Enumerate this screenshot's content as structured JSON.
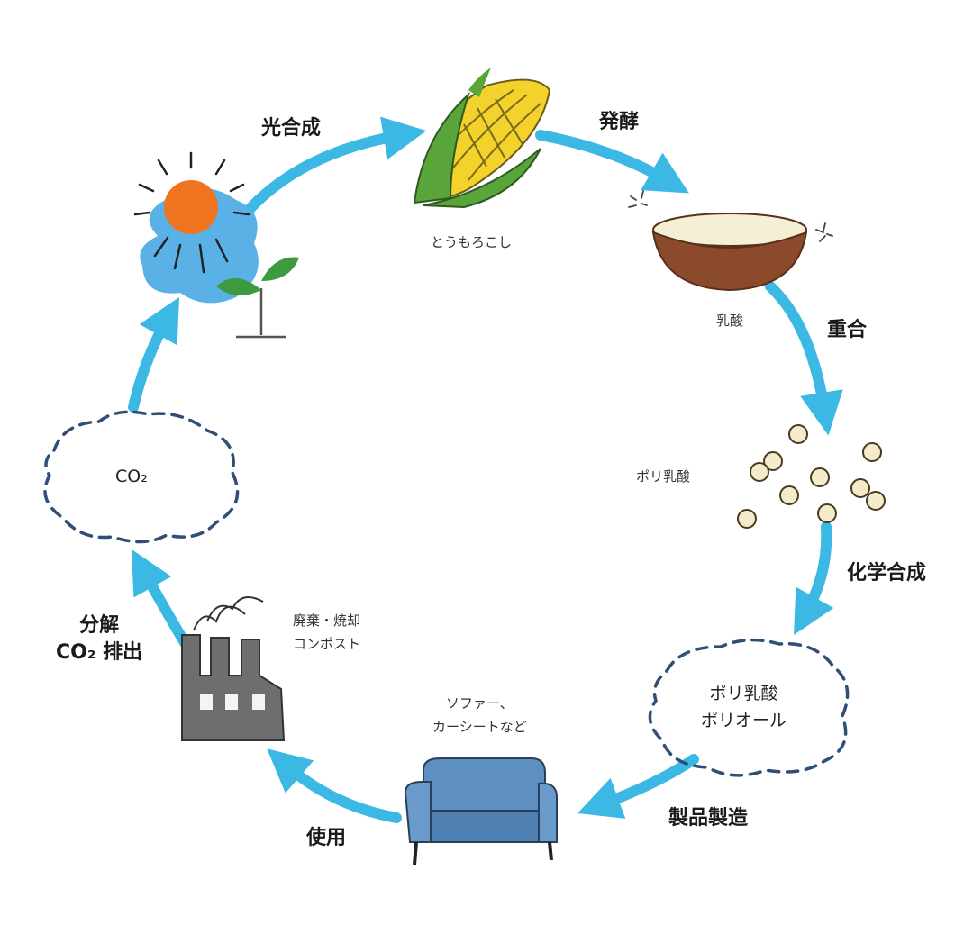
{
  "colors": {
    "arrow": "#3bb8e3",
    "sun": "#ee7420",
    "sky_blob": "#5ab1e6",
    "leaf": "#3e9a3f",
    "corn_kernel": "#f3d22b",
    "corn_husk": "#5aa53a",
    "bowl": "#8b4a2b",
    "bowl_liquid": "#f5efd6",
    "pellet": "#f3ebc9",
    "cloud_dash": "#2f4f78",
    "factory": "#6e6e6e",
    "sofa": "#5d8fc0"
  },
  "steps": {
    "photosynthesis": "光合成",
    "fermentation": "発酵",
    "polymerization": "重合",
    "chemical_synthesis": "化学合成",
    "manufacturing": "製品製造",
    "use": "使用",
    "decomposition_line1": "分解",
    "decomposition_line2": "CO₂ 排出"
  },
  "items": {
    "corn": "とうもろこし",
    "lactic_acid": "乳酸",
    "pla": "ポリ乳酸",
    "products": "ソファー、",
    "products_line2": "カーシートなど",
    "disposal": "廃棄・焼却",
    "disposal_line2": "コンポスト"
  },
  "clouds": {
    "co2": "CO₂",
    "polyol_line1": "ポリ乳酸",
    "polyol_line2": "ポリオール"
  }
}
